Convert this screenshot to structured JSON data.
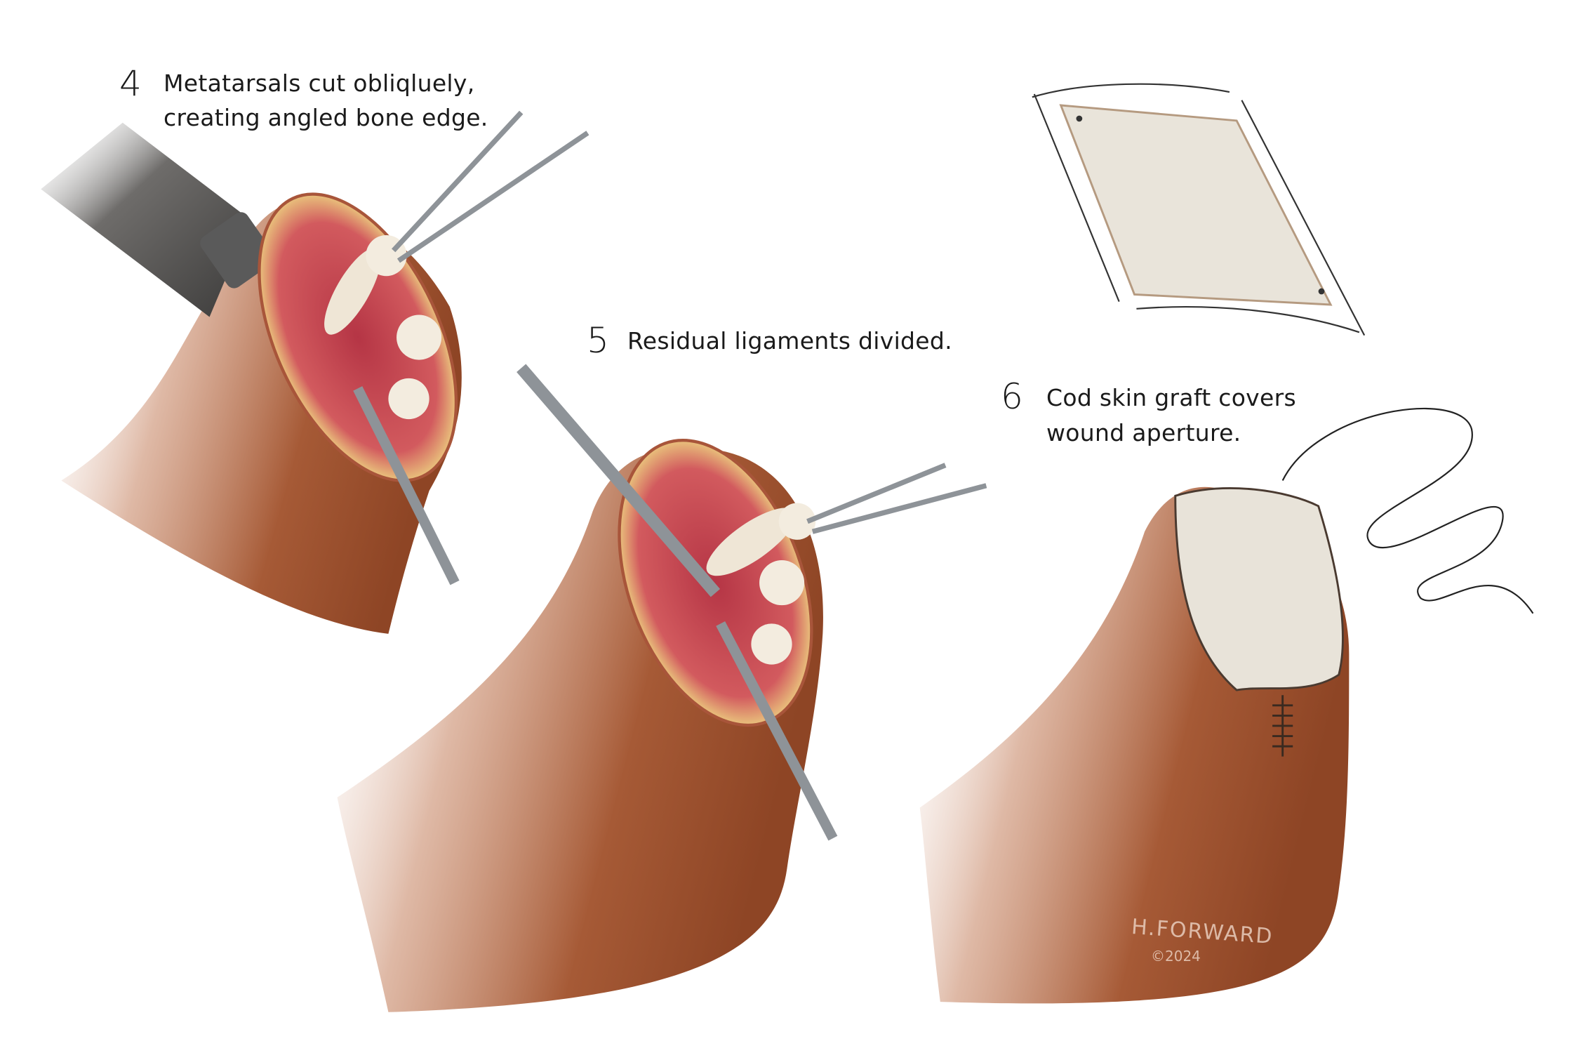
{
  "steps": [
    {
      "number": "4",
      "lines": [
        "Metatarsals cut obliqluely,",
        "creating angled bone edge."
      ]
    },
    {
      "number": "5",
      "lines": [
        "Residual ligaments divided."
      ]
    },
    {
      "number": "6",
      "lines": [
        "Cod skin graft covers",
        "wound aperture."
      ]
    }
  ],
  "signature": {
    "name": "H.FORWARD",
    "copyright": "©2024"
  },
  "colors": {
    "skin": "#a65a36",
    "wound": "#c9464f",
    "fat": "#e9c27c",
    "graft": "#e8e3d9",
    "steel": "#8e9398"
  }
}
